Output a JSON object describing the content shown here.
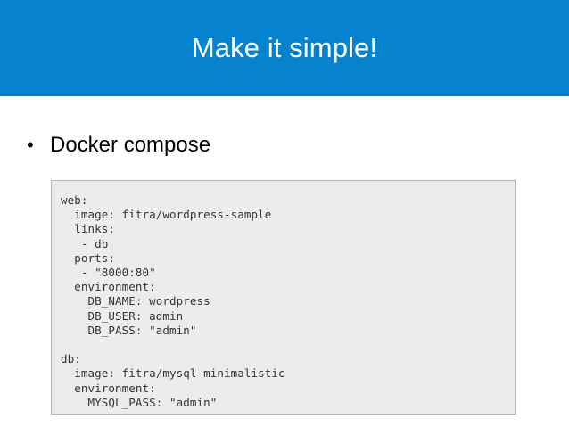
{
  "slide": {
    "title": "Make it simple!",
    "header_color": "#0683ce",
    "header_text_color": "#ffffff",
    "background_color": "#ffffff"
  },
  "bullets": [
    {
      "marker": "•",
      "label": "Docker compose"
    }
  ],
  "code_block": {
    "background_color": "#ececec",
    "border_color": "#b4b4b0",
    "text_color": "#333333",
    "language": "yaml",
    "content": "web:\n  image: fitra/wordpress-sample\n  links:\n   - db\n  ports:\n   - \"8000:80\"\n  environment:\n    DB_NAME: wordpress\n    DB_USER: admin\n    DB_PASS: \"admin\"\n\ndb:\n  image: fitra/mysql-minimalistic\n  environment:\n    MYSQL_PASS: \"admin\"",
    "lines": [
      "web:",
      "  image: fitra/wordpress-sample",
      "  links:",
      "   - db",
      "  ports:",
      "   - \"8000:80\"",
      "  environment:",
      "    DB_NAME: wordpress",
      "    DB_USER: admin",
      "    DB_PASS: \"admin\"",
      "",
      "db:",
      "  image: fitra/mysql-minimalistic",
      "  environment:",
      "    MYSQL_PASS: \"admin\""
    ]
  }
}
